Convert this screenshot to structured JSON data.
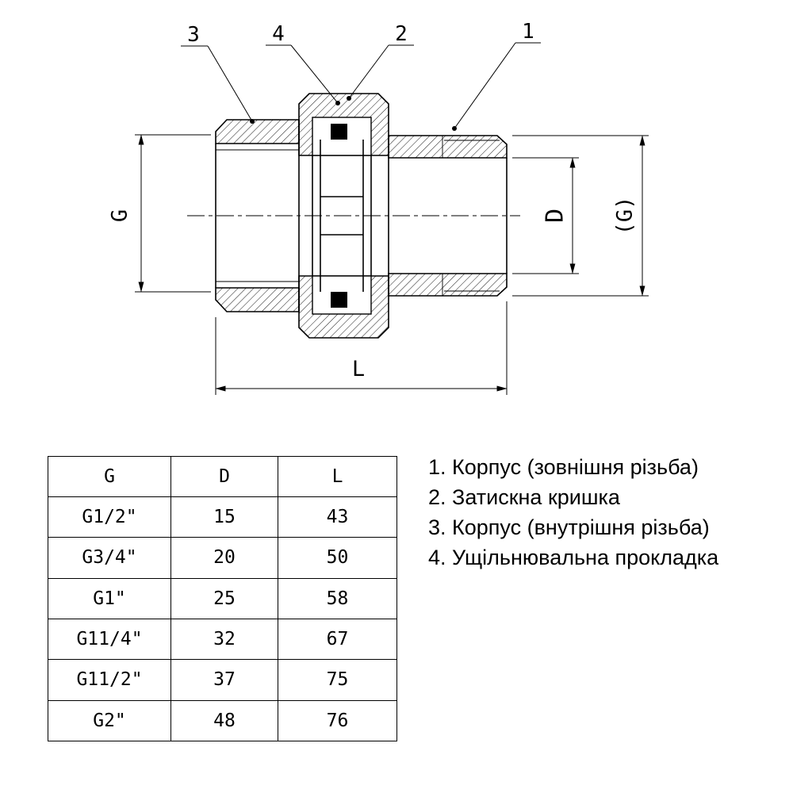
{
  "drawing": {
    "callouts": [
      "3",
      "4",
      "2",
      "1"
    ],
    "dims": {
      "g": "G",
      "d": "D",
      "g_paren": "(G)",
      "l": "L"
    }
  },
  "table": {
    "headers": [
      "G",
      "D",
      "L"
    ],
    "rows": [
      [
        "G1/2\"",
        "15",
        "43"
      ],
      [
        "G3/4\"",
        "20",
        "50"
      ],
      [
        "G1\"",
        "25",
        "58"
      ],
      [
        "G11/4\"",
        "32",
        "67"
      ],
      [
        "G11/2\"",
        "37",
        "75"
      ],
      [
        "G2\"",
        "48",
        "76"
      ]
    ]
  },
  "legend": {
    "items": [
      "1. Корпус (зовнішня різьба)",
      "2. Затискна кришка",
      "3. Корпус (внутрішня різьба)",
      "4. Ущільнювальна прокладка"
    ]
  }
}
